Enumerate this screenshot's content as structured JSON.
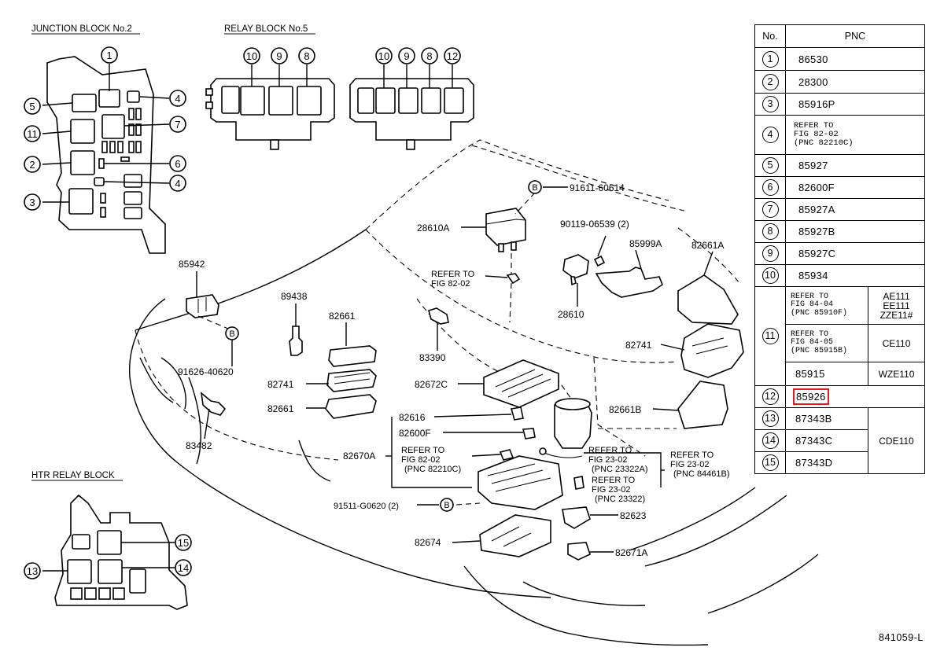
{
  "titles": {
    "junction_block": "JUNCTION BLOCK No.2",
    "relay_block": "RELAY BLOCK No.5",
    "htr_relay_block": "HTR RELAY BLOCK"
  },
  "figure_code": "841059-L",
  "labels": {
    "p85942": "85942",
    "p91626": "91626-40620",
    "p83482": "83482",
    "p89438": "89438",
    "p82661": "82661",
    "p82741": "82741",
    "p82661b": "82661",
    "p83390": "83390",
    "p82672c": "82672C",
    "p28610a": "28610A",
    "refer_82_02": [
      "REFER TO",
      "FIG 82-02"
    ],
    "p91611": "91611-60614",
    "p90119": "90119-06539 (2)",
    "p28610": "28610",
    "p85999a": "85999A",
    "p82661a": "82661A",
    "p82741r": "82741",
    "p82661bb": "82661B",
    "p82616": "82616",
    "p82600f": "82600F",
    "p82670a": "82670A",
    "refer_82210c": [
      "REFER TO",
      "FIG 82-02",
      "(PNC 82210C)"
    ],
    "refer_23322a": [
      "REFER TO",
      "FIG 23-02",
      "(PNC 23322A)"
    ],
    "refer_84461b": [
      "REFER TO",
      "FIG 23-02",
      "(PNC 84461B)"
    ],
    "refer_23322": [
      "REFER TO",
      "FIG 23-02",
      "(PNC 23322)"
    ],
    "p91511": "91511-G0620 (2)",
    "p82623": "82623",
    "p82674": "82674",
    "p82671a": "82671A"
  },
  "callouts": {
    "b": "B",
    "n1": "1",
    "n2": "2",
    "n3": "3",
    "n4": "4",
    "n5": "5",
    "n6": "6",
    "n7": "7",
    "n8": "8",
    "n9": "9",
    "n10": "10",
    "n11": "11",
    "n12": "12",
    "n13": "13",
    "n14": "14",
    "n15": "15"
  },
  "table": {
    "header_no": "No.",
    "header_pnc": "PNC",
    "rows": [
      {
        "no": "1",
        "pnc": "86530"
      },
      {
        "no": "2",
        "pnc": "28300"
      },
      {
        "no": "3",
        "pnc": "85916P"
      },
      {
        "no": "4",
        "note": [
          "REFER TO",
          "FIG 82-02",
          "(PNC 82210C)"
        ]
      },
      {
        "no": "5",
        "pnc": "85927"
      },
      {
        "no": "6",
        "pnc": "82600F"
      },
      {
        "no": "7",
        "pnc": "85927A"
      },
      {
        "no": "8",
        "pnc": "85927B"
      },
      {
        "no": "9",
        "pnc": "85927C"
      },
      {
        "no": "10",
        "pnc": "85934"
      }
    ],
    "row11": {
      "no": "11",
      "sub": [
        {
          "note": [
            "REFER TO",
            "FIG 84-04",
            "(PNC 85910F)"
          ],
          "apps": [
            "AE111",
            "EE111",
            "ZZE11#"
          ]
        },
        {
          "note": [
            "REFER TO",
            "FIG 84-05",
            "(PNC 85915B)"
          ],
          "apps": [
            "CE110"
          ]
        },
        {
          "pnc": "85915",
          "apps": [
            "WZE110"
          ]
        }
      ]
    },
    "row12": {
      "no": "12",
      "pnc": "85926"
    },
    "rows13_15": [
      {
        "no": "13",
        "pnc": "87343B"
      },
      {
        "no": "14",
        "pnc": "87343C"
      },
      {
        "no": "15",
        "pnc": "87343D"
      }
    ],
    "app_13_15": "CDE110"
  },
  "highlight_color": "#e31b1b"
}
